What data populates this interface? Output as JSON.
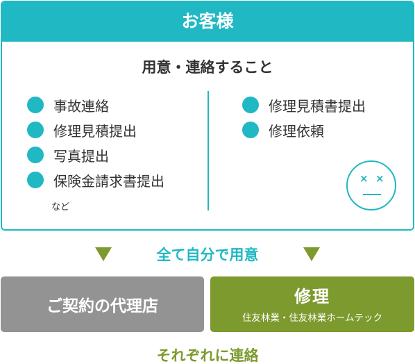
{
  "customer": {
    "header": "お客様",
    "prep_title": "用意・連絡すること",
    "left_items": [
      "事故連絡",
      "修理見積提出",
      "写真提出",
      "保険金請求書提出"
    ],
    "note": "など",
    "right_items": [
      "修理見積書提出",
      "修理依頼"
    ],
    "face_icon": "dizzy-face-icon"
  },
  "flow": {
    "prepare_label": "全て自分で用意",
    "arrow_color": "#7c9a2d"
  },
  "agent": {
    "label": "ご契約の代理店"
  },
  "repair": {
    "title": "修理",
    "subtitle": "住友林業・住友林業ホームテック"
  },
  "contact_label": "それぞれに連絡",
  "colors": {
    "teal": "#1fb8c3",
    "olive": "#7c9a2d",
    "gray": "#939393"
  }
}
